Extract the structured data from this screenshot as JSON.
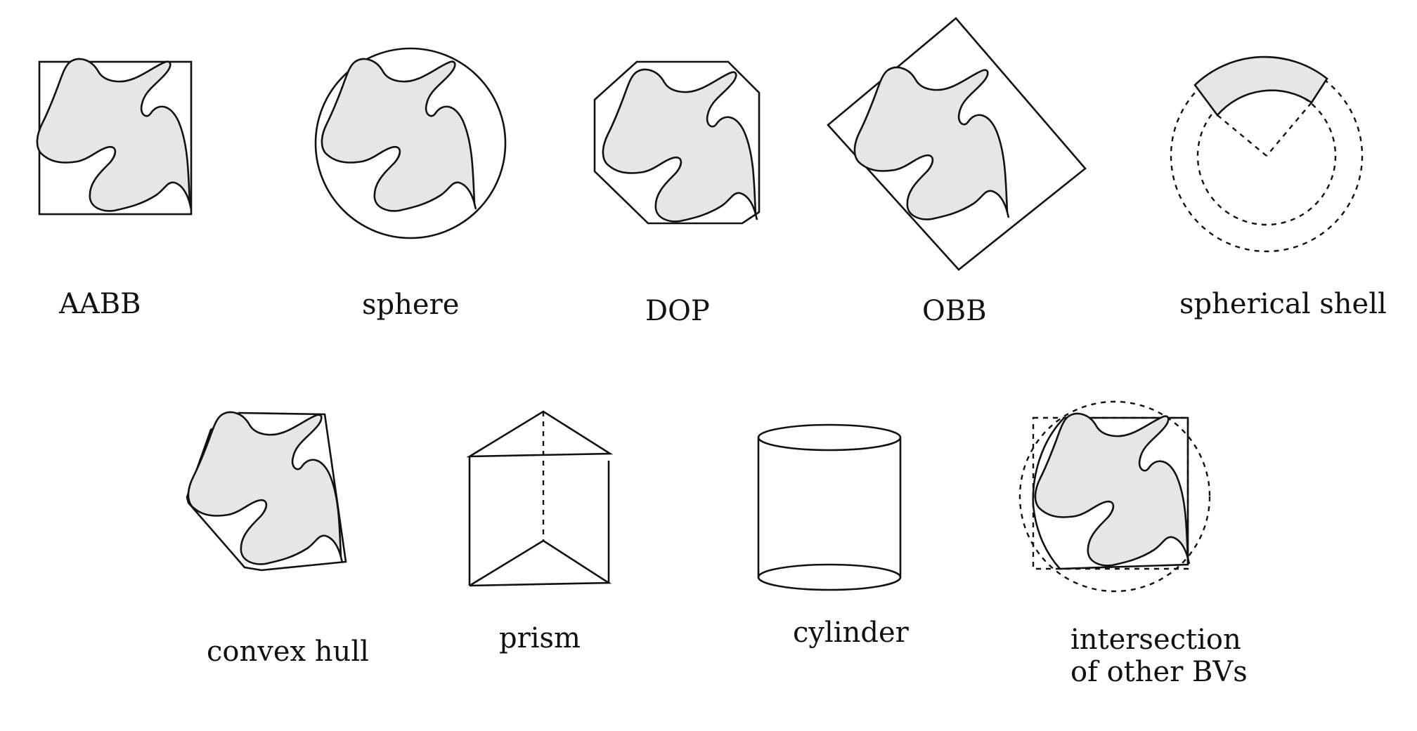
{
  "labels": {
    "aabb": "AABB",
    "sphere": "sphere",
    "dop": "DOP",
    "obb": "OBB",
    "spherical_shell": "spherical shell",
    "convex_hull": "convex hull",
    "prism": "prism",
    "cylinder": "cylinder",
    "intersection_line1": "intersection",
    "intersection_line2": "of other BVs"
  },
  "colors": {
    "shape_fill": "#e6e6e6",
    "stroke": "#111111",
    "background": "#ffffff"
  }
}
